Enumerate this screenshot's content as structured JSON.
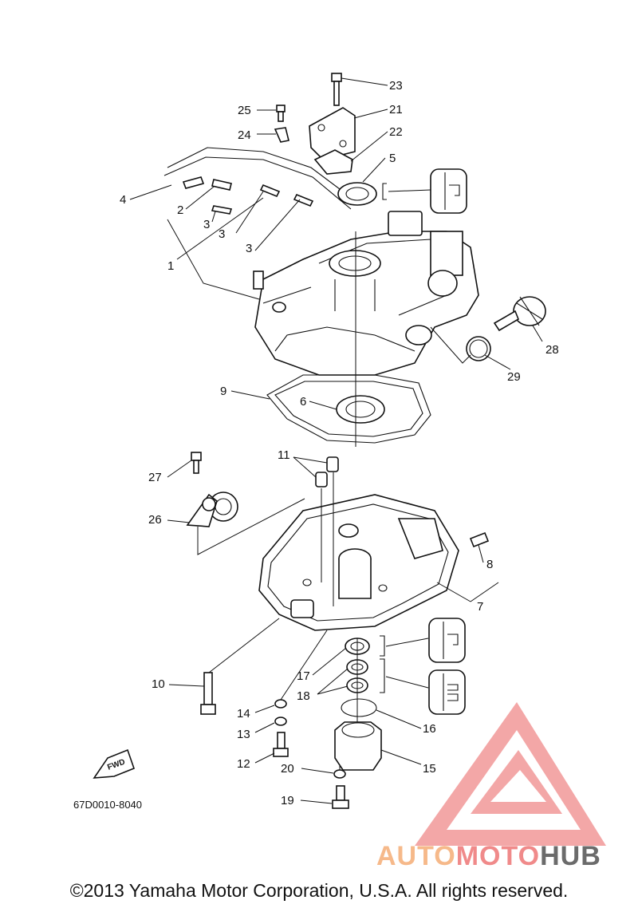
{
  "figure_code": "67D0010-8040",
  "fwd_label": "FWD",
  "copyright": "©2013 Yamaha Motor Corporation, U.S.A. All rights reserved.",
  "logo": {
    "part1": "AUTO",
    "part2": "MOTO",
    "part3": "HUB"
  },
  "colors": {
    "line": "#111111",
    "logo_red": "#f08a8a",
    "logo_orange": "#f6b98a",
    "logo_gray": "#6b6b6b"
  },
  "callouts": [
    "1",
    "2",
    "3",
    "3",
    "3",
    "4",
    "5",
    "6",
    "7",
    "8",
    "9",
    "10",
    "11",
    "12",
    "13",
    "14",
    "15",
    "16",
    "17",
    "18",
    "19",
    "20",
    "21",
    "22",
    "23",
    "24",
    "25",
    "26",
    "27",
    "28",
    "29"
  ]
}
